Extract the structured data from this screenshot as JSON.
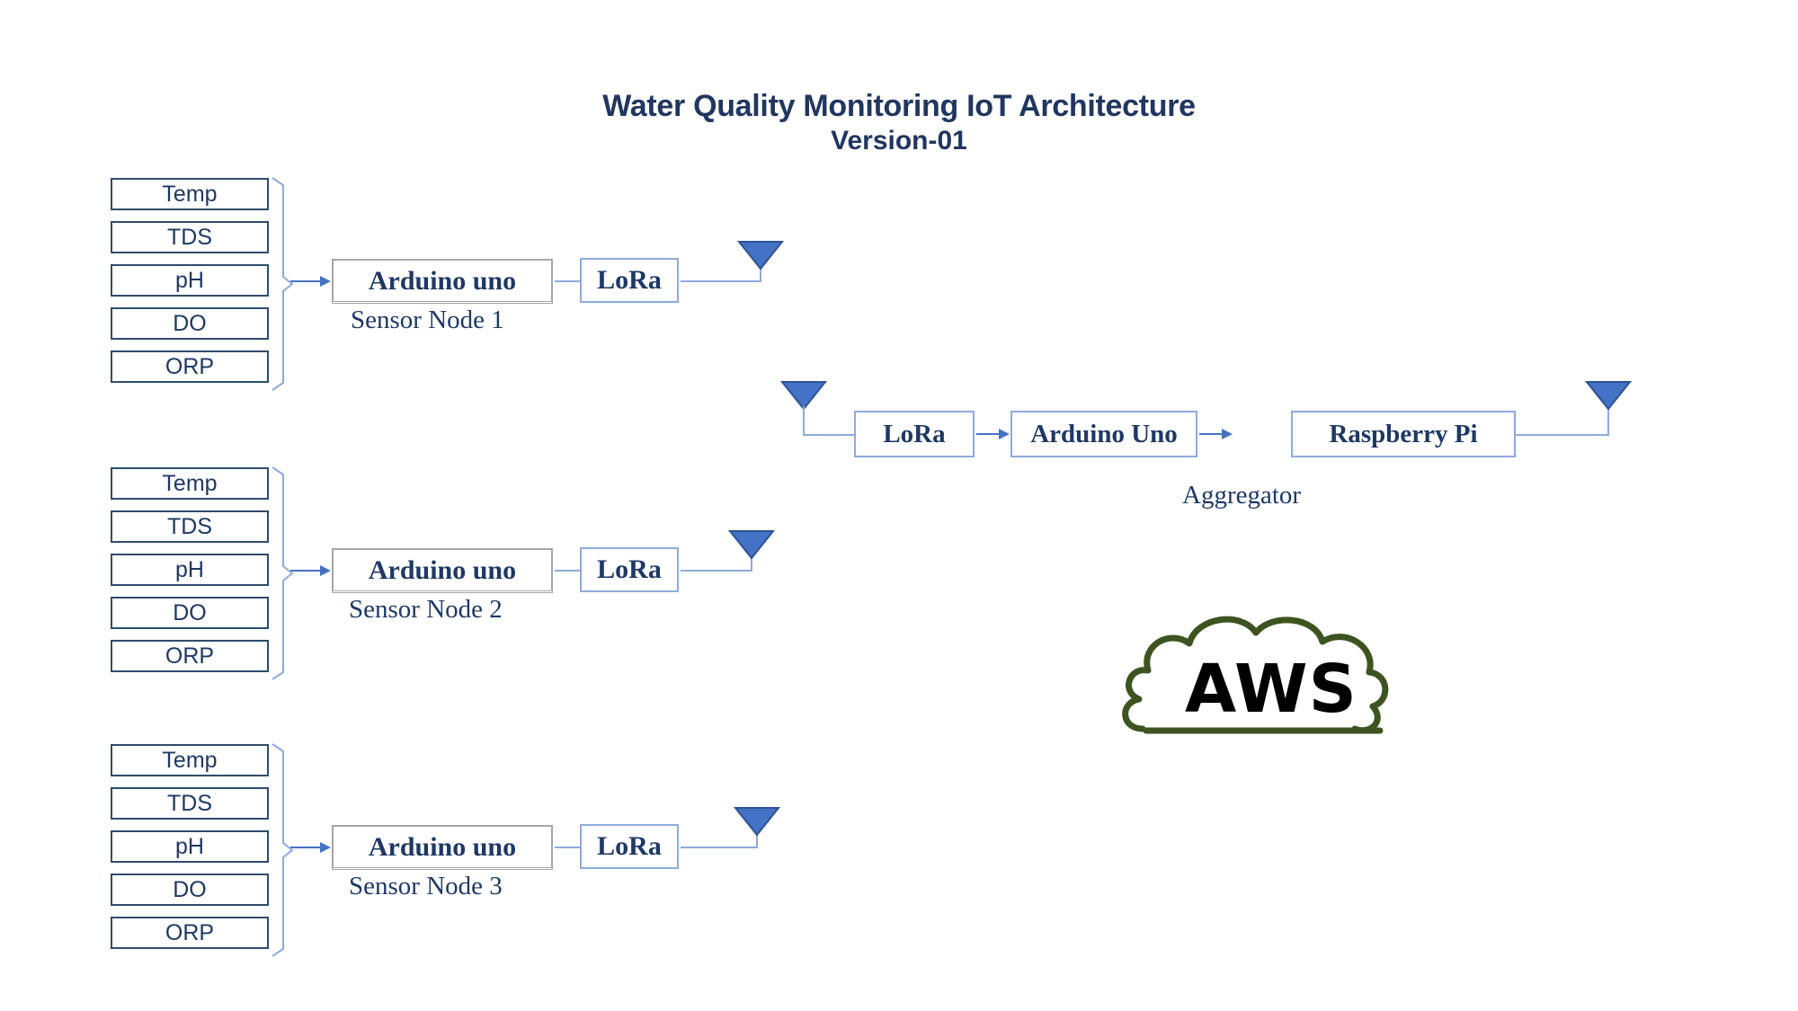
{
  "title": {
    "line1": "Water Quality Monitoring IoT Architecture",
    "line2": "Version-01"
  },
  "sensors": [
    "Temp",
    "TDS",
    "pH",
    "DO",
    "ORP"
  ],
  "sensor_nodes": [
    {
      "mcu_label": "Arduino uno",
      "radio_label": "LoRa",
      "caption": "Sensor Node 1"
    },
    {
      "mcu_label": "Arduino uno",
      "radio_label": "LoRa",
      "caption": "Sensor Node 2"
    },
    {
      "mcu_label": "Arduino uno",
      "radio_label": "LoRa",
      "caption": "Sensor Node 3"
    }
  ],
  "aggregator": {
    "caption": "Aggregator",
    "boxes": [
      {
        "label": "LoRa"
      },
      {
        "label": "Arduino Uno"
      },
      {
        "label": "Raspberry Pi"
      }
    ]
  },
  "cloud": {
    "label": "AWS"
  },
  "colors": {
    "title": "#21365F",
    "sensor_border": "#2F4C6B",
    "sensor_text": "#1F3864",
    "mcu_border": "#A6A6A6",
    "box_border_light": "#8FAADC",
    "box_text": "#1F3864",
    "antenna_fill": "#4472C4",
    "antenna_stroke": "#2E5395",
    "arrow": "#4472C4",
    "connector": "#8FAADC",
    "cloud_stroke": "#3D5420",
    "cloud_text": "#000000"
  }
}
